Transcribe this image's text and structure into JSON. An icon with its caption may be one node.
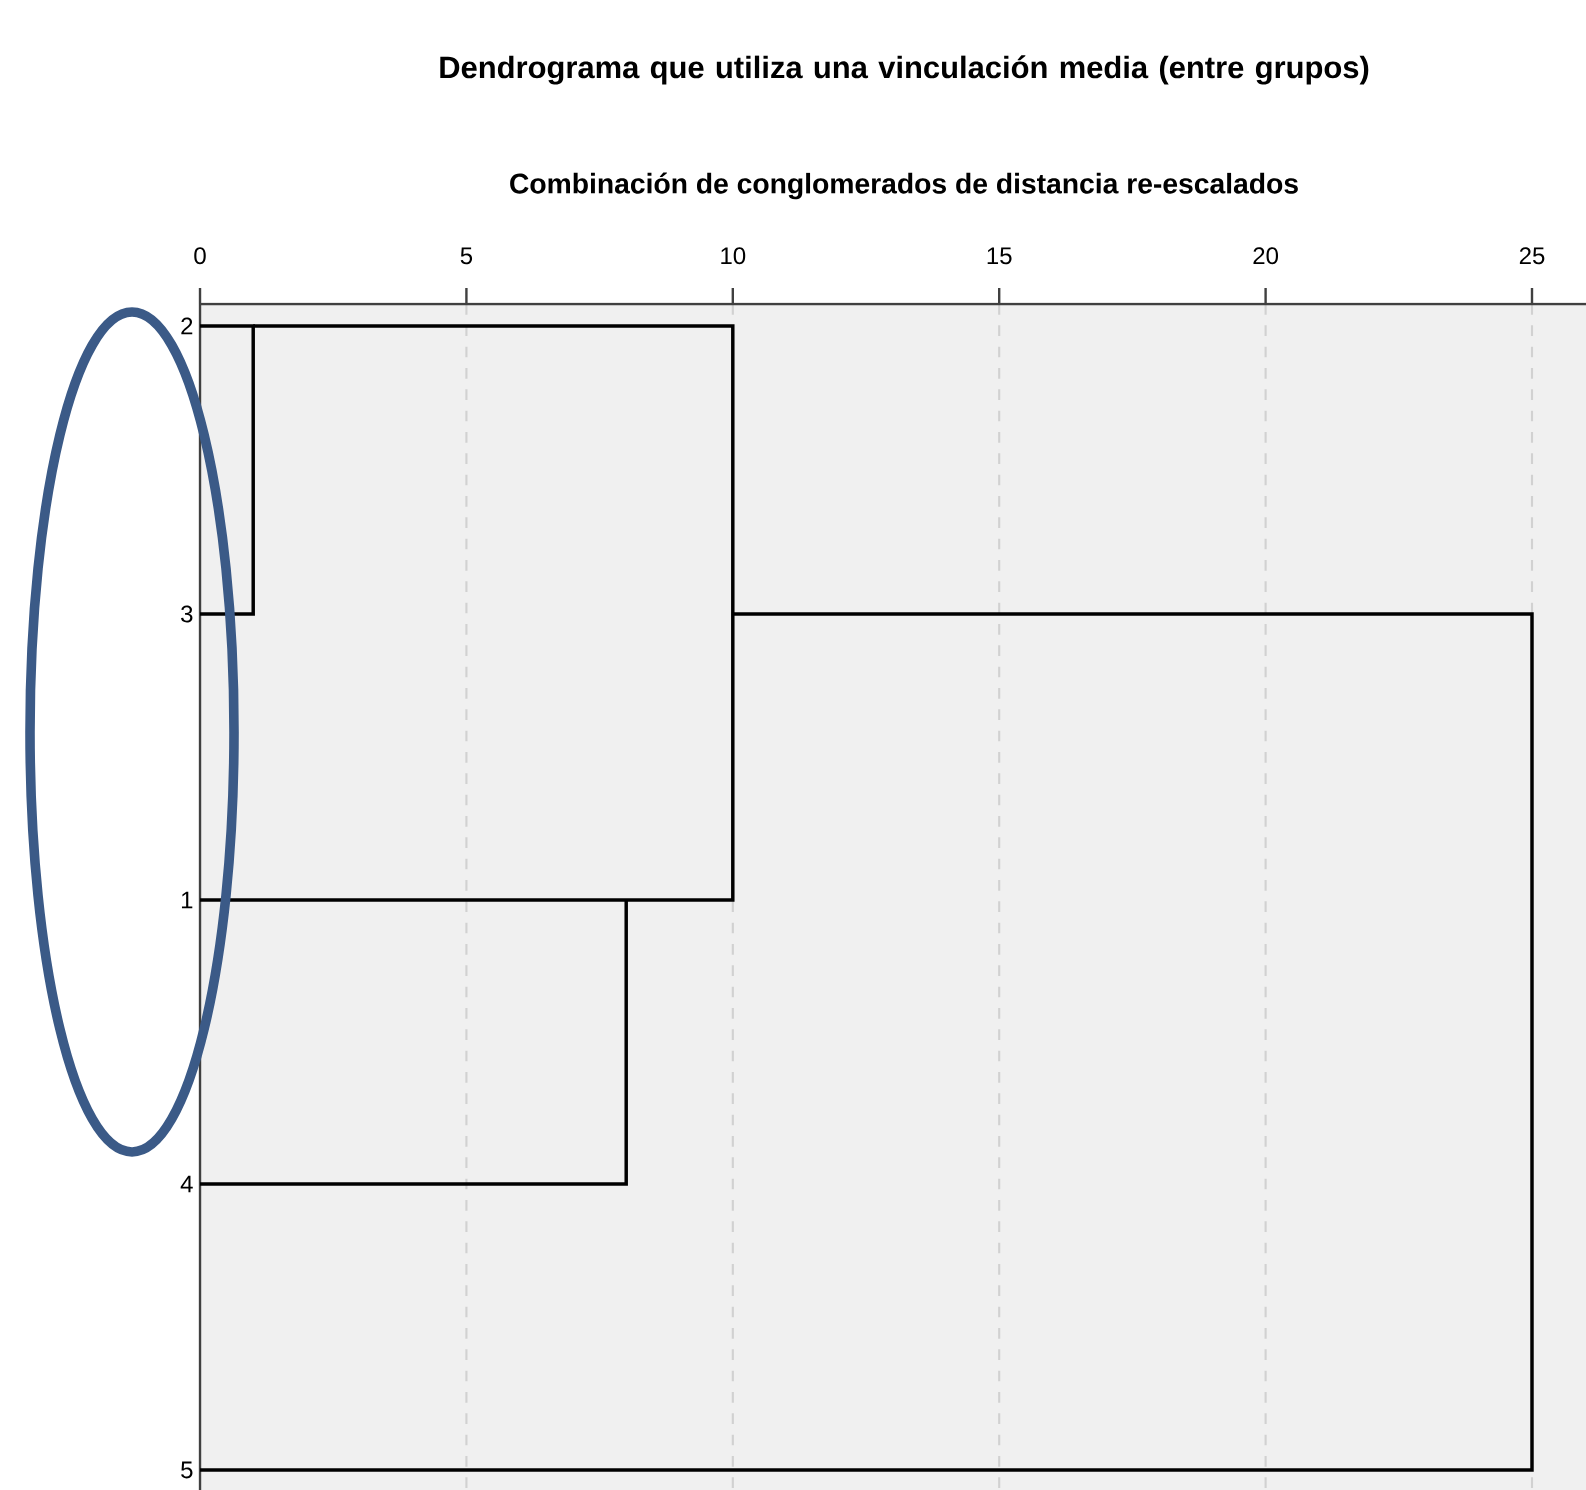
{
  "diagram": {
    "title": "Dendrograma que utiliza una vinculación media (entre grupos)",
    "labels": [
      "Combinación de conglomerados de distancia re-escalados",
      "0",
      "5",
      "10",
      "15",
      "20",
      "25",
      "2",
      "3",
      "1",
      "4",
      "5"
    ]
  }
}
